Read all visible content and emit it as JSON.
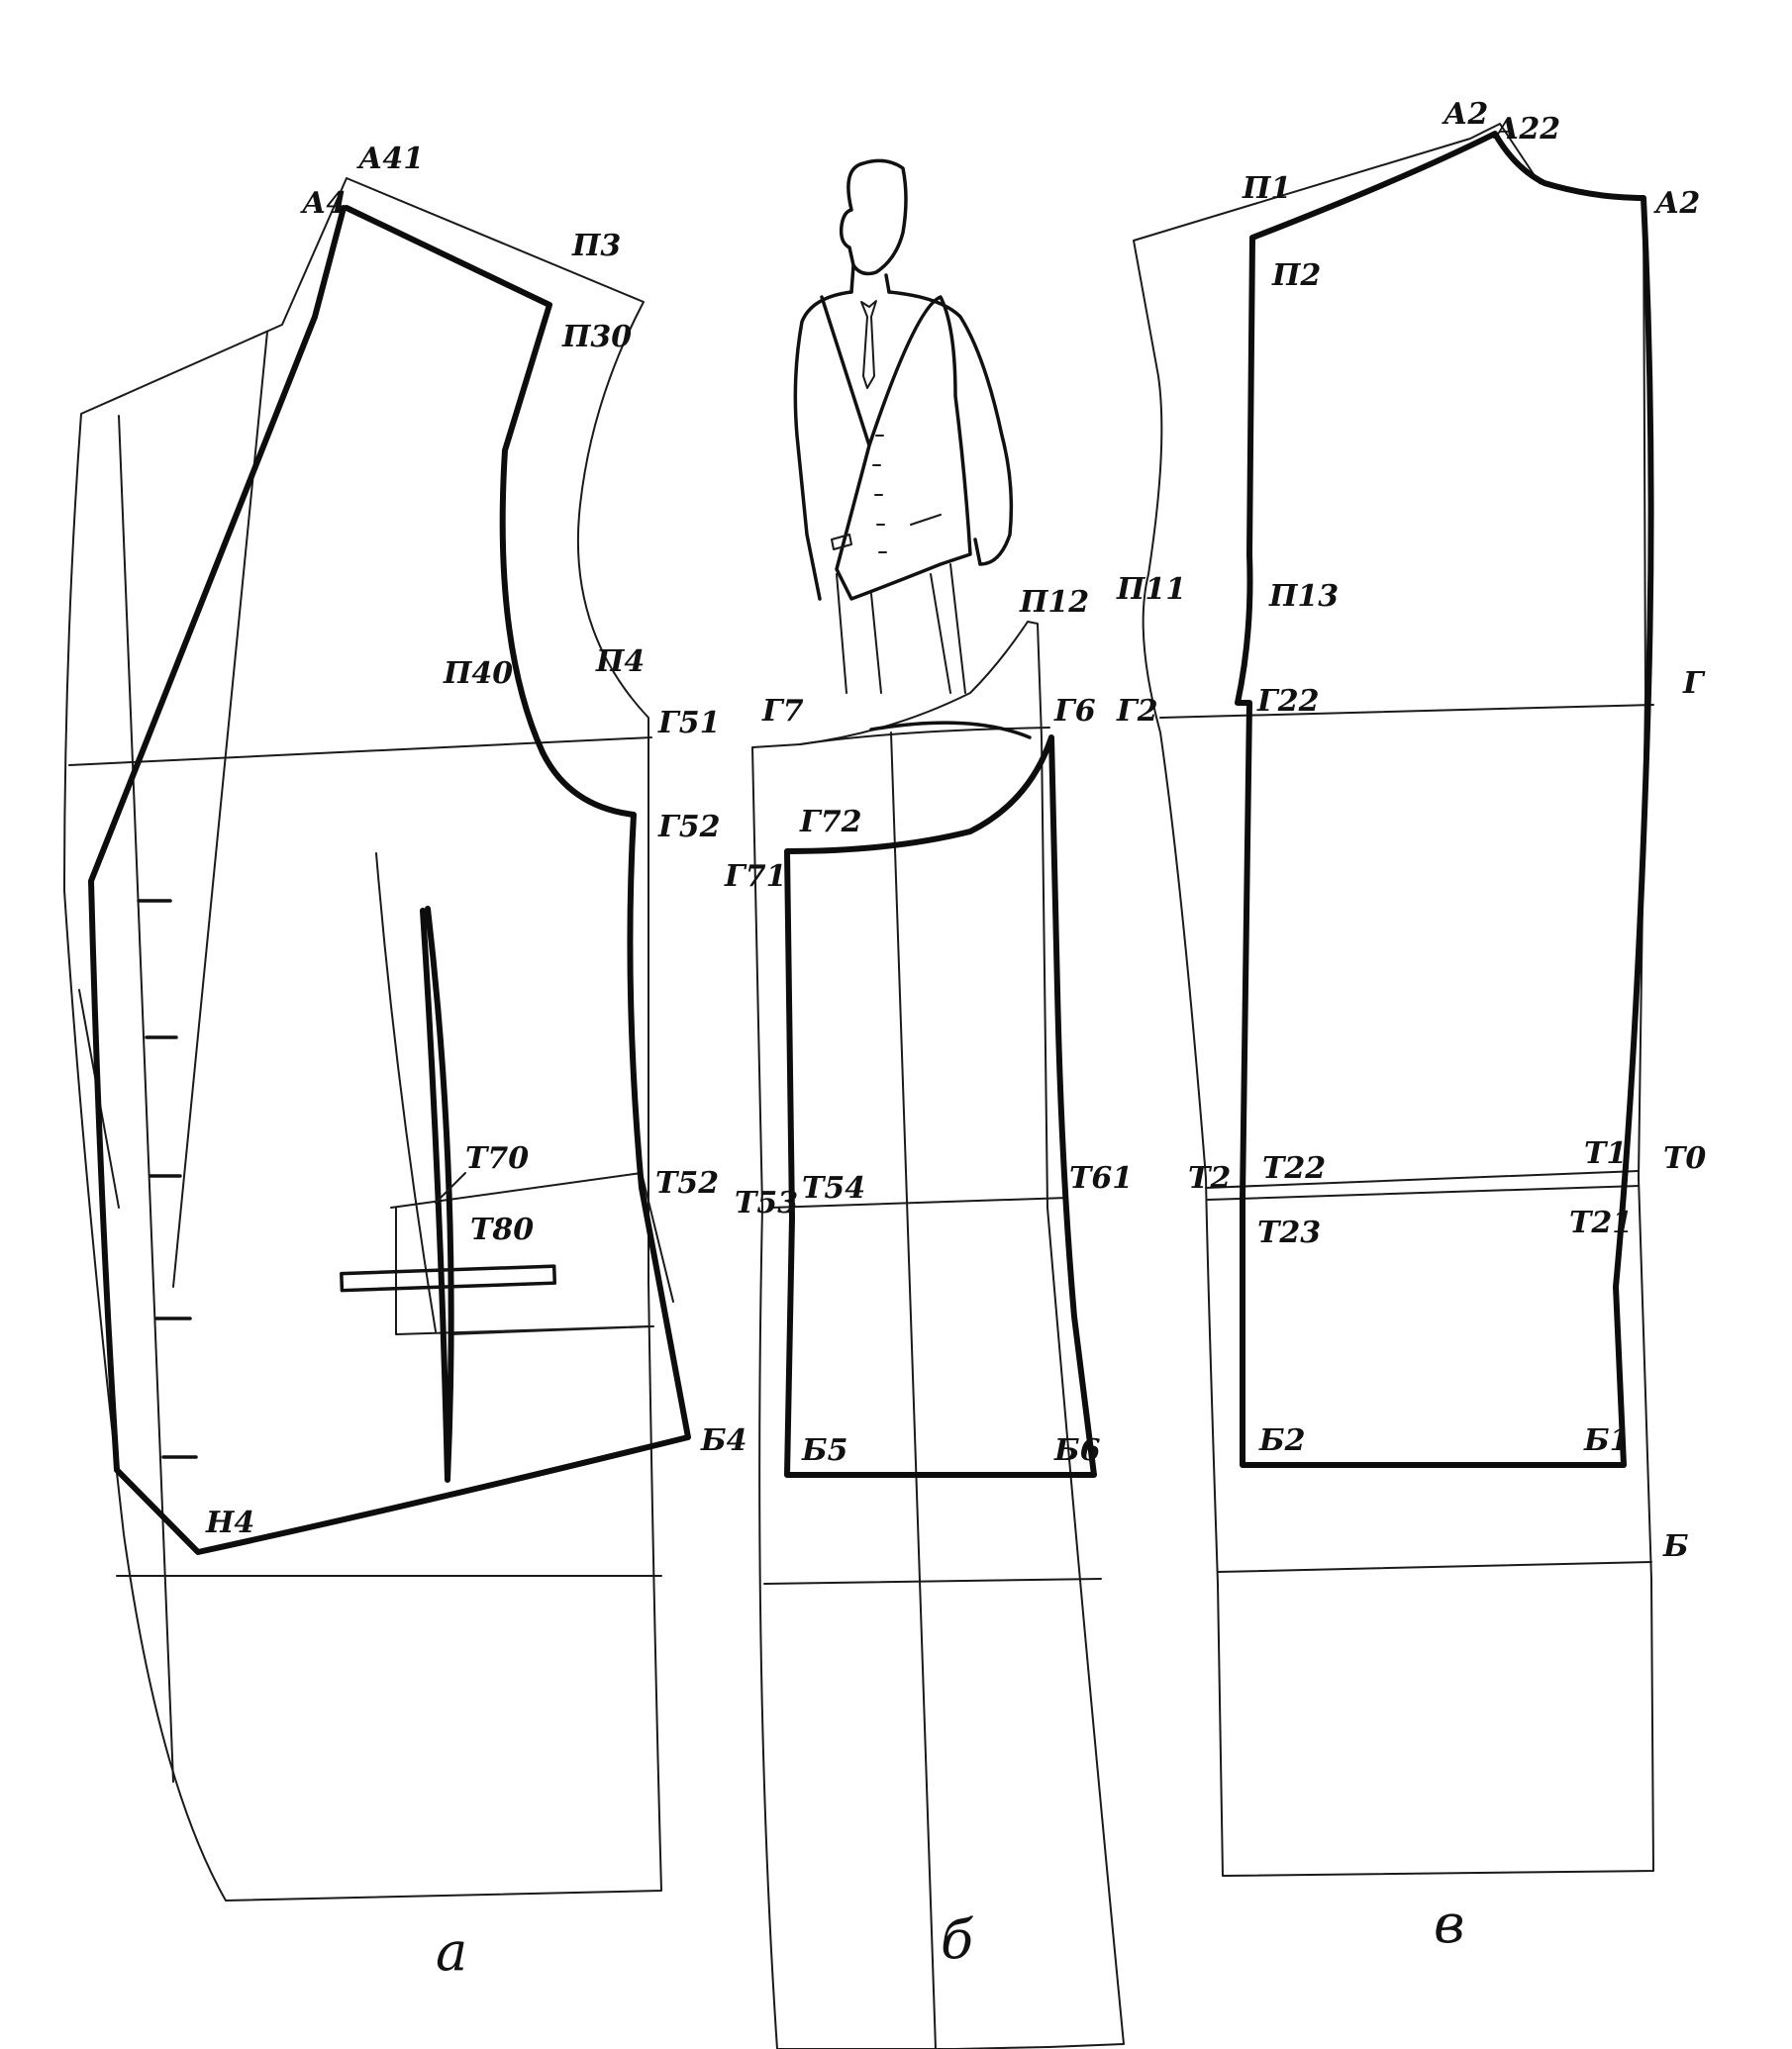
{
  "captions": {
    "a": "а",
    "b": "б",
    "c": "в"
  },
  "panel_a": {
    "labels": {
      "a41": "А41",
      "a4x": "А4",
      "p3": "П3",
      "p30": "П30",
      "p40": "П40",
      "p4": "П4",
      "g51": "Г51",
      "g52": "Г52",
      "t70": "Т70",
      "t80": "Т80",
      "t52": "Т52",
      "b4": "Б4",
      "h4": "Н4"
    }
  },
  "panel_b": {
    "labels": {
      "p12": "П12",
      "g7": "Г7",
      "g6": "Г6",
      "g72": "Г72",
      "g71": "Г71",
      "t53": "Т53",
      "t54": "Т54",
      "t61": "Т61",
      "b5": "Б5",
      "b6": "Б6"
    }
  },
  "panel_c": {
    "labels": {
      "a2x": "А2",
      "a22": "А22",
      "p1": "П1",
      "p2": "П2",
      "a2": "А2",
      "p11": "П11",
      "p13": "П13",
      "g2": "Г2",
      "g22": "Г22",
      "g": "Г",
      "t2": "Т2",
      "t22": "Т22",
      "t1": "Т1",
      "t0": "Т0",
      "t23": "Т23",
      "t21": "Т21",
      "b2": "Б2",
      "b1": "Б1",
      "b": "Б"
    }
  }
}
